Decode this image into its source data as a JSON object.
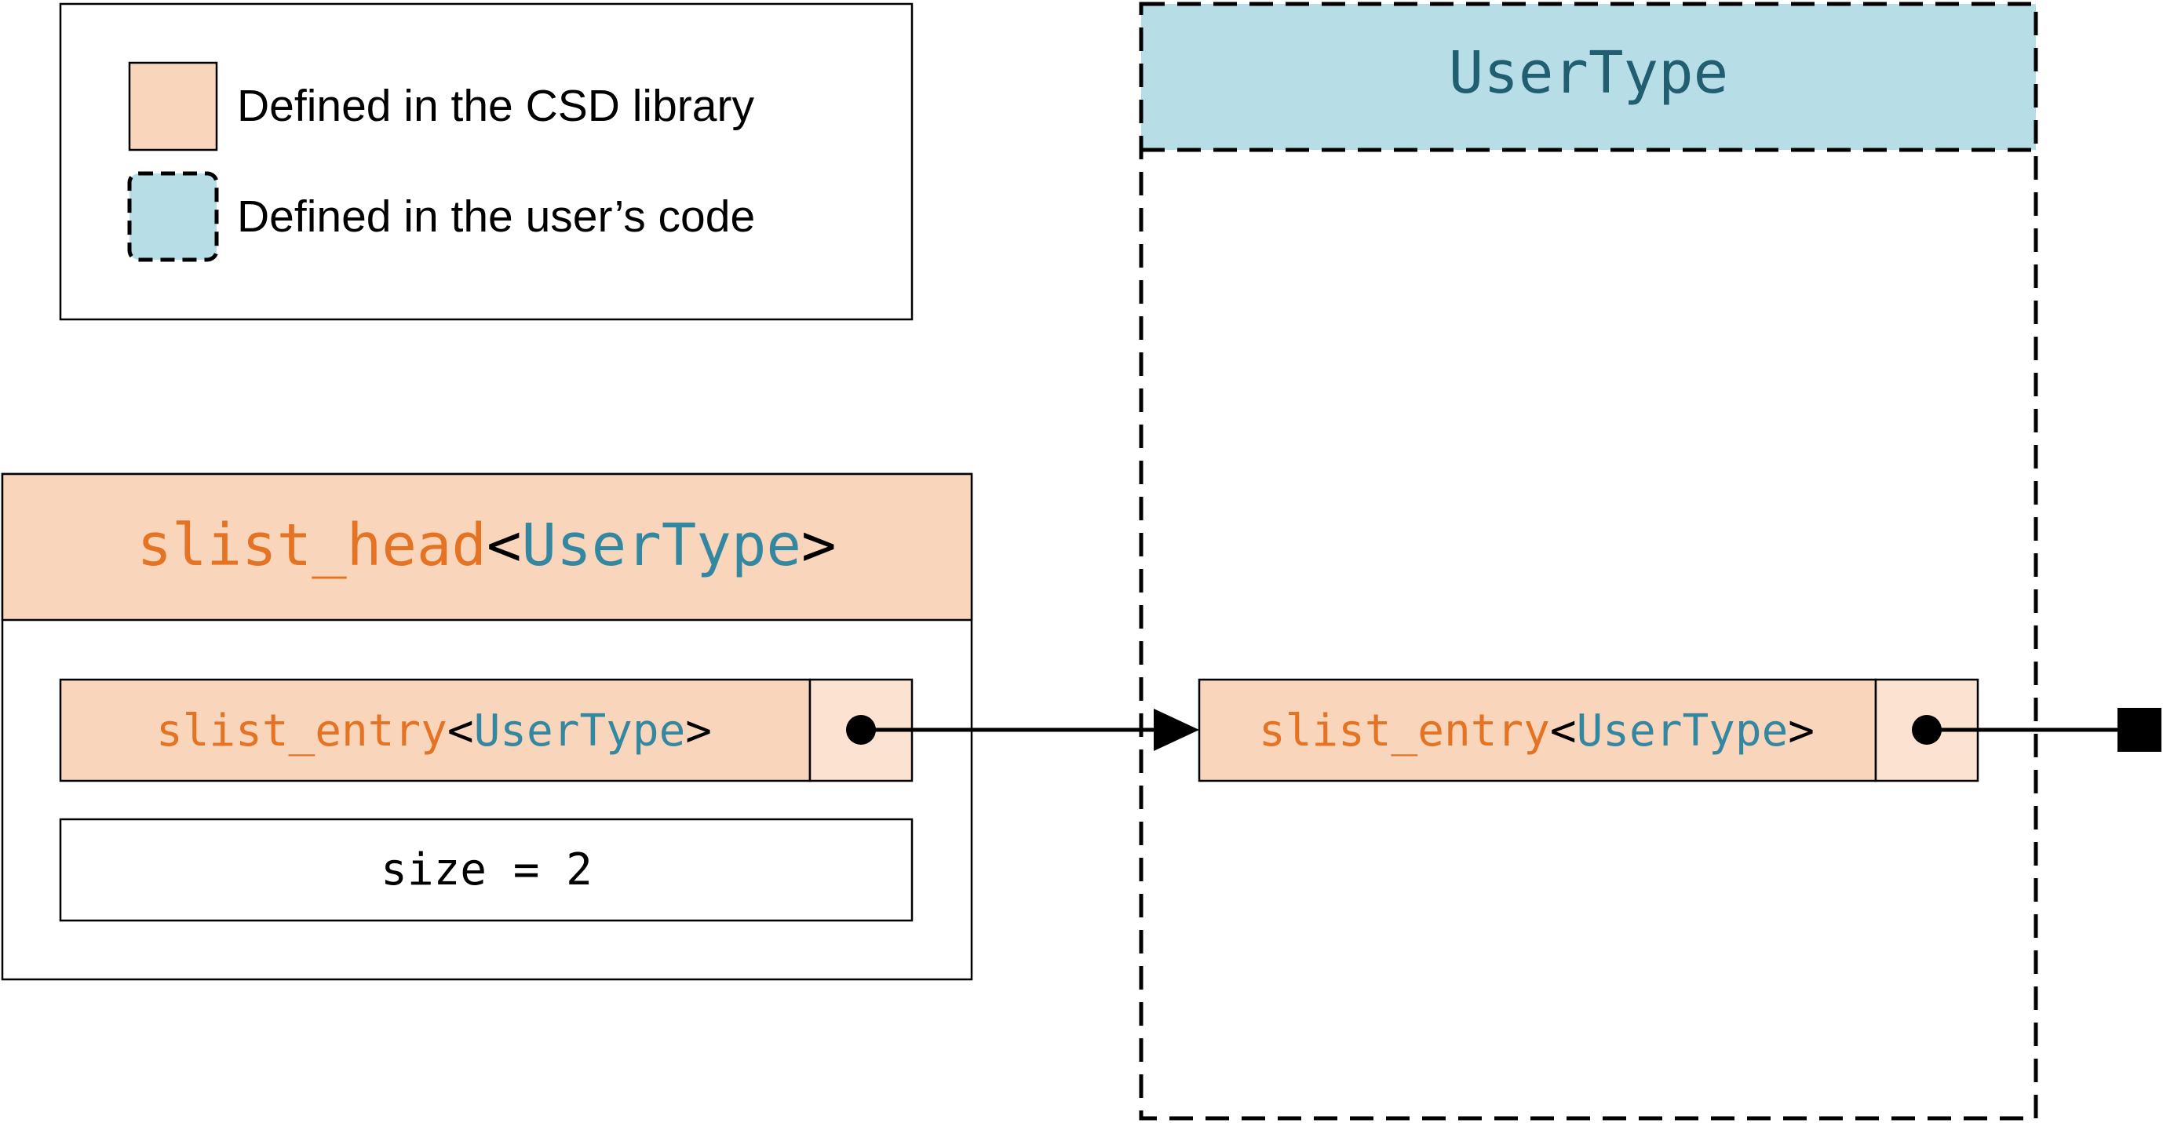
{
  "legend": {
    "items": [
      {
        "label": "Defined in the CSD library",
        "swatch": "library"
      },
      {
        "label": "Defined in the user’s code",
        "swatch": "user"
      }
    ]
  },
  "head_struct": {
    "title_prefix": "slist_head",
    "title_open": "<",
    "title_param": "UserType",
    "title_close": ">",
    "entry": {
      "prefix": "slist_entry",
      "open": "<",
      "param": "UserType",
      "close": ">"
    },
    "size_text": "size = 2"
  },
  "user_type": {
    "title": "UserType",
    "entry": {
      "prefix": "slist_entry",
      "open": "<",
      "param": "UserType",
      "close": ">"
    }
  },
  "colors": {
    "library_fill": "#f9d5bb",
    "library_fill_light": "#fce3d1",
    "user_fill": "#b7dde7",
    "orange_text": "#e57324",
    "teal_text": "#3487a0",
    "dark_teal_text": "#215f70",
    "stroke": "#000000"
  }
}
